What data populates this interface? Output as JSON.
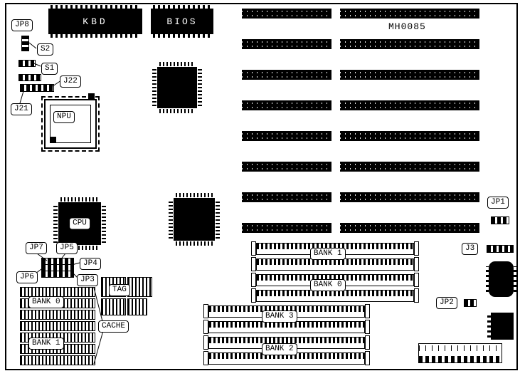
{
  "board": {
    "model": "MH0085"
  },
  "chips": {
    "kbd": "KBD",
    "bios": "BIOS",
    "npu": "NPU",
    "cpu": "CPU",
    "tag": "TAG",
    "cache": "CACHE"
  },
  "jumpers": {
    "jp8": "JP8",
    "s2": "S2",
    "s1": "S1",
    "j22": "J22",
    "j21": "J21",
    "jp7": "JP7",
    "jp6": "JP6",
    "jp5": "JP5",
    "jp4": "JP4",
    "jp3": "JP3",
    "jp1": "JP1",
    "jp2": "JP2",
    "j3": "J3"
  },
  "memory": {
    "simm_top": [
      "BANK 1",
      "BANK 0"
    ],
    "simm_bottom": [
      "BANK 3",
      "BANK 2"
    ],
    "cache_banks": [
      "BANK 0",
      "BANK 1"
    ]
  },
  "colors": {
    "ink": "#000000",
    "background": "#ffffff"
  }
}
